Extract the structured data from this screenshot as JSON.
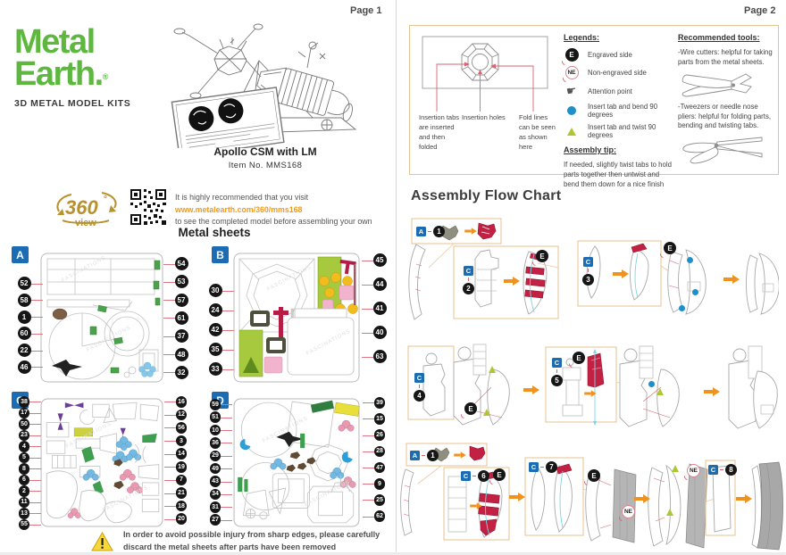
{
  "page1": {
    "page_label": "Page 1",
    "logo": {
      "line1": "Metal",
      "line2": "Earth.",
      "registered": "®",
      "tagline": "3D METAL MODEL KITS"
    },
    "product": {
      "name": "Apollo CSM with LM",
      "item_no": "Item No. MMS168"
    },
    "view360": {
      "number": "360",
      "degree": "°",
      "word": "view",
      "note_line1": "It is highly recommended that you visit",
      "note_url": "www.metalearth.com/360/mms168",
      "note_line2": "to see the completed model before assembling your own"
    },
    "metal_sheets": {
      "title": "Metal sheets",
      "watermark": "FASCINATIONS",
      "panels": [
        {
          "label": "A",
          "left_numbers": [
            "52",
            "58",
            "1",
            "60",
            "22",
            "46"
          ],
          "right_numbers": [
            "54",
            "53",
            "57",
            "61",
            "37",
            "48",
            "32"
          ]
        },
        {
          "label": "B",
          "left_numbers": [
            "30",
            "24",
            "42",
            "35",
            "33"
          ],
          "right_numbers": [
            "45",
            "44",
            "41",
            "40",
            "63"
          ]
        },
        {
          "label": "C",
          "left_numbers": [
            "38",
            "17",
            "50",
            "23",
            "4",
            "5",
            "8",
            "6",
            "2",
            "11",
            "13",
            "55"
          ],
          "right_numbers": [
            "16",
            "12",
            "56",
            "3",
            "14",
            "19",
            "7",
            "21",
            "18",
            "20"
          ]
        },
        {
          "label": "D",
          "left_numbers": [
            "59",
            "51",
            "10",
            "36",
            "29",
            "49",
            "43",
            "34",
            "31",
            "27"
          ],
          "right_numbers": [
            "39",
            "15",
            "26",
            "28",
            "47",
            "9",
            "25",
            "62"
          ]
        }
      ]
    },
    "warning": {
      "line1": "In order to avoid possible injury from sharp edges, please carefully",
      "line2": "discard the metal sheets after parts have been removed"
    }
  },
  "page2": {
    "page_label": "Page 2",
    "info_box": {
      "diagram_labels": {
        "insertion_tabs": "Insertion tabs are inserted and then folded",
        "insertion_holes": "Insertion holes",
        "fold_lines": "Fold lines can be seen as shown here"
      },
      "legends": {
        "title": "Legends:",
        "items": [
          {
            "badge": "E",
            "text": "Engraved side"
          },
          {
            "badge": "NE",
            "text": "Non-engraved side"
          },
          {
            "icon": "attention-hand-icon",
            "glyph": "☛",
            "text": "Attention point"
          },
          {
            "icon": "blue-dot-icon",
            "text": "Insert tab and bend 90 degrees"
          },
          {
            "icon": "green-triangle-icon",
            "text": "Insert tab and twist 90 degrees"
          }
        ]
      },
      "assembly_tip": {
        "title": "Assembly tip:",
        "text": "If needed, slightly twist tabs to hold parts together then untwist and bend them down for a nice finish"
      },
      "tools": {
        "title": "Recommended tools:",
        "item1": "-Wire cutters: helpful for taking parts from the metal sheets.",
        "item2": "-Tweezers or needle nose pliers: helpful for folding parts, bending and twisting tabs."
      }
    },
    "flow_chart": {
      "title": "Assembly Flow Chart",
      "engraved_label": "E",
      "non_engraved_label": "NE",
      "rows": [
        {
          "badges": [
            {
              "sheet": "A",
              "step": "1"
            },
            {
              "sheet": "C",
              "step": "2"
            },
            {
              "sheet": "C",
              "step": "3"
            }
          ]
        },
        {
          "badges": [
            {
              "sheet": "C",
              "step": "4"
            },
            {
              "sheet": "C",
              "step": "5"
            }
          ]
        },
        {
          "badges": [
            {
              "sheet": "A",
              "step": "1"
            },
            {
              "sheet": "C",
              "step": "6"
            },
            {
              "sheet": "C",
              "step": "7"
            },
            {
              "sheet": "C",
              "step": "8"
            }
          ]
        }
      ]
    }
  },
  "colors": {
    "brand_green": "#5eb83f",
    "label_blue": "#1c6cb3",
    "accent_orange": "#f0921e",
    "url_orange": "#f09a1e",
    "leader_red": "#dc7683",
    "part_red": "#c32143",
    "part_green": "#9cc43c",
    "part_pink": "#f2b3cd",
    "part_yellow": "#f2bc1e",
    "legend_blue_dot": "#1d8fc9",
    "legend_green_triangle": "#abc832",
    "gold": "#b8912e",
    "warning_yellow": "#f7d73e",
    "box_border_tan": "#e3c492"
  }
}
